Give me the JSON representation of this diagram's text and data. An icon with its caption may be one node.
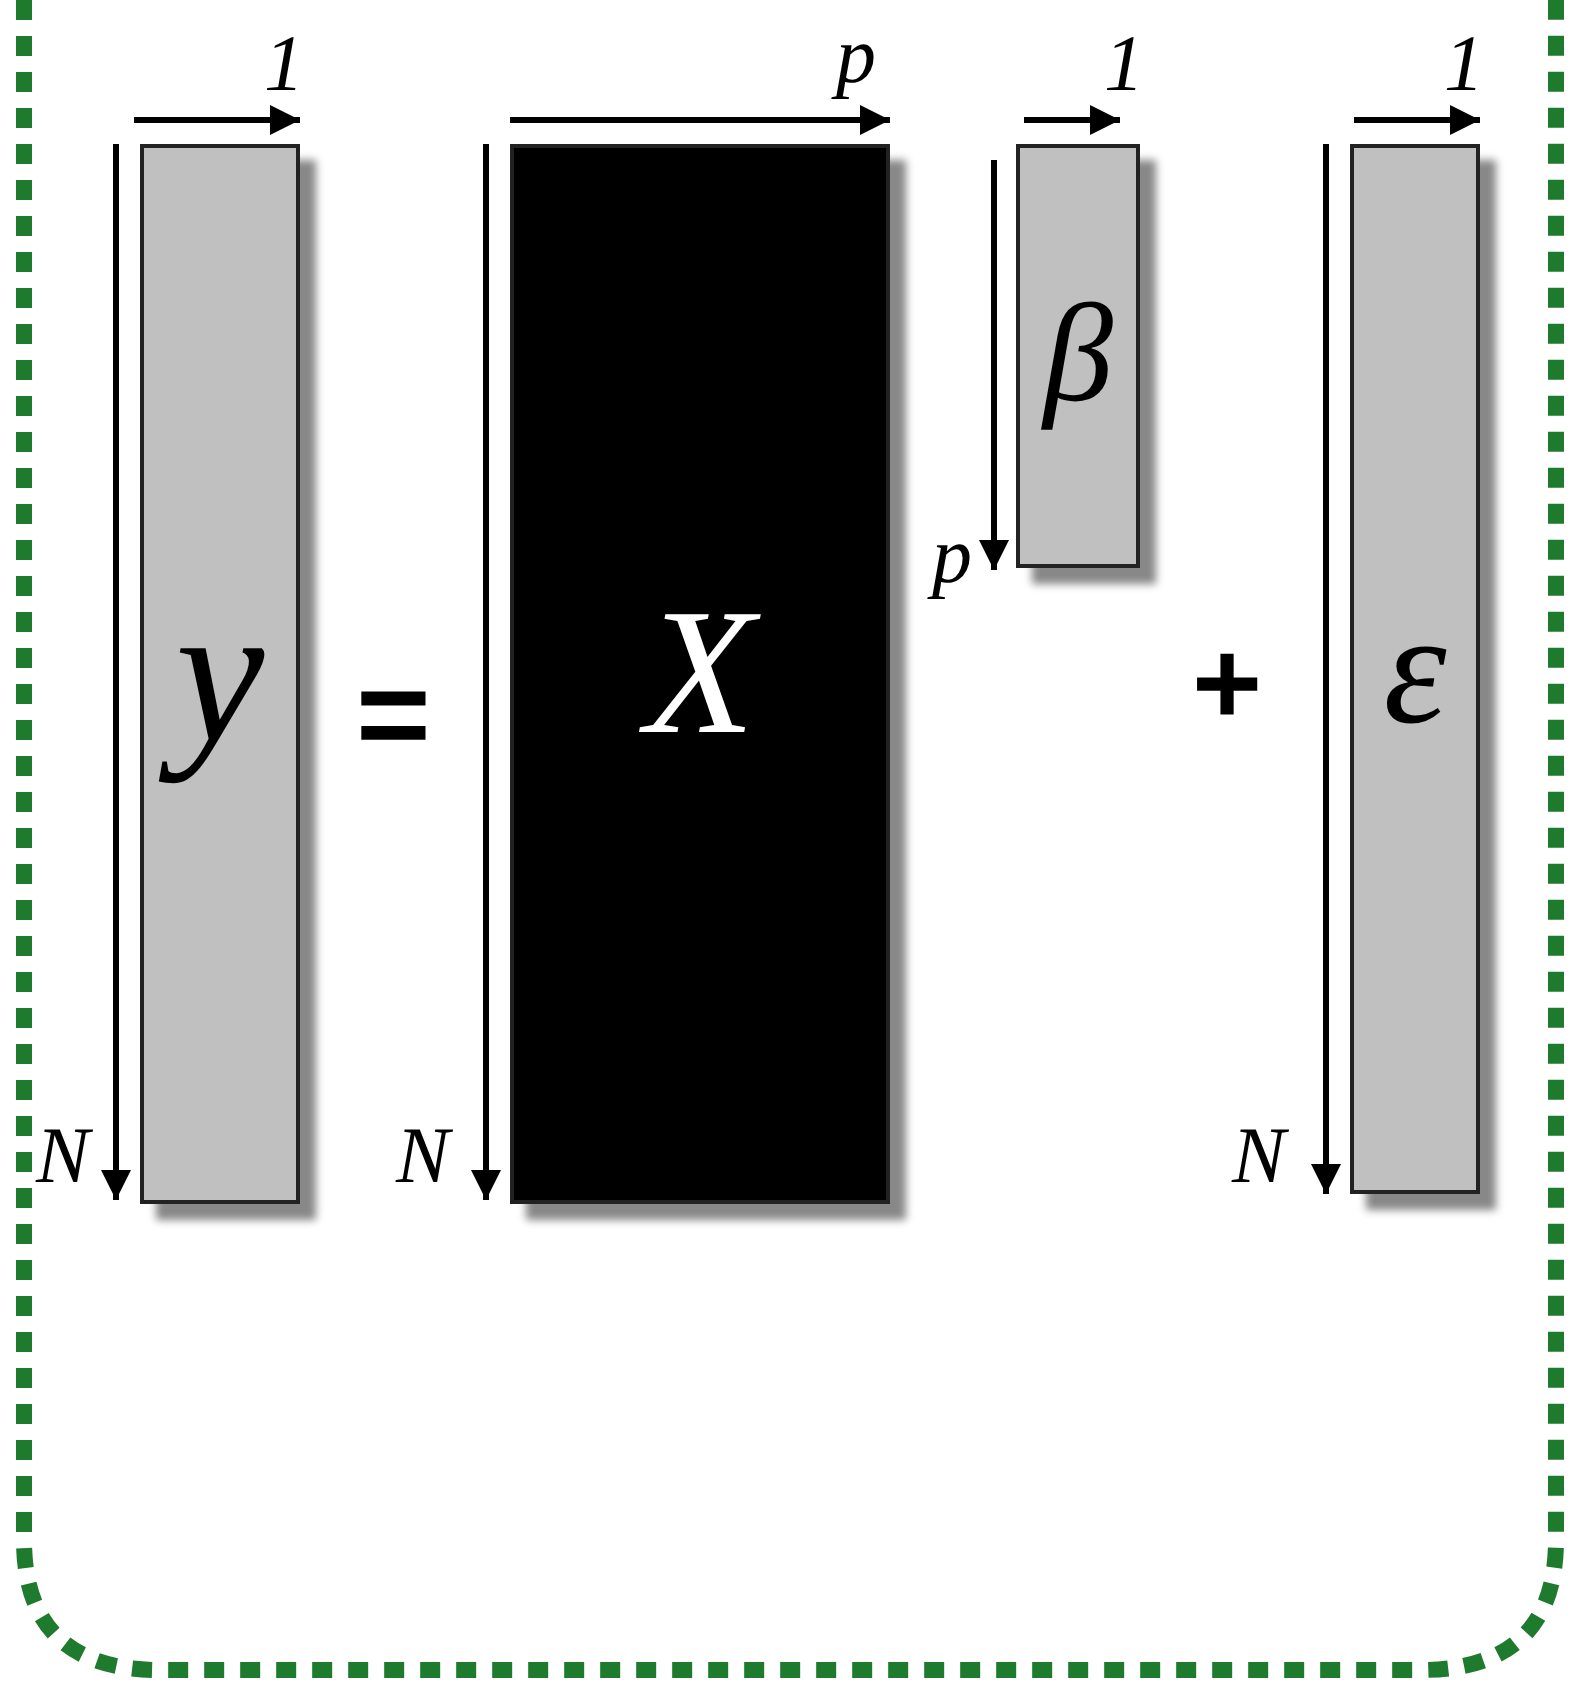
{
  "diagram": {
    "nodes": [
      {
        "text": [
          "y"
        ]
      },
      {
        "text": [
          "X"
        ]
      },
      {
        "text": [
          "β"
        ]
      },
      {
        "text": [
          "ε"
        ]
      }
    ],
    "labels": [
      "1",
      "p",
      "1",
      "1",
      "p",
      "=",
      "+",
      "N",
      "N",
      "N"
    ]
  }
}
